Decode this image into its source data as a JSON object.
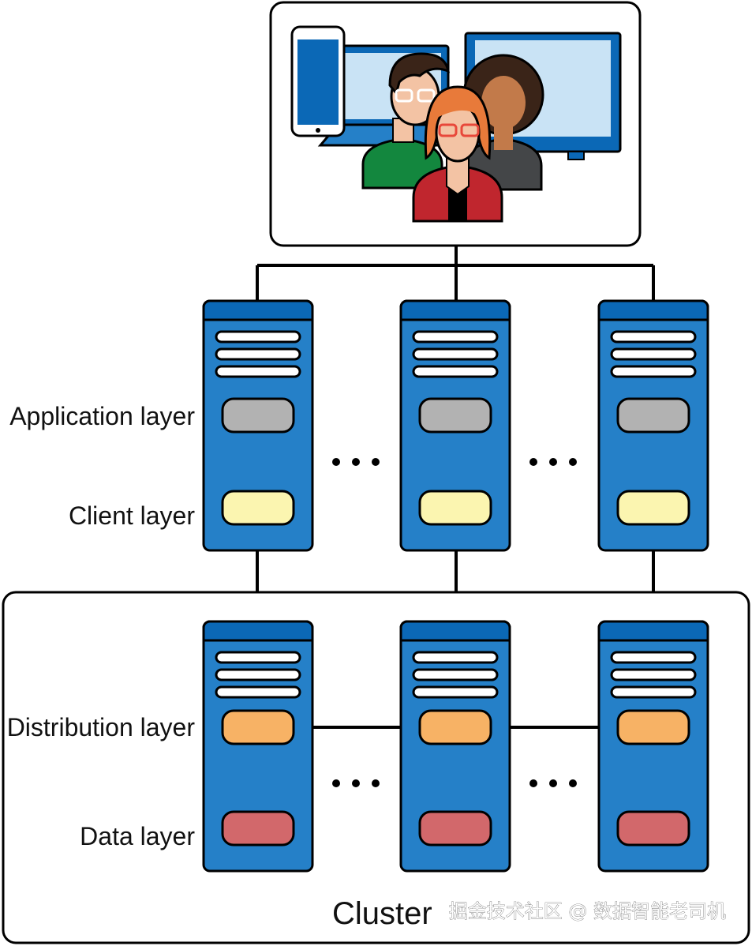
{
  "labels": {
    "application_layer": "Application layer",
    "client_layer": "Client layer",
    "distribution_layer": "Distribution layer",
    "data_layer": "Data layer",
    "cluster": "Cluster"
  },
  "watermark": "掘金技术社区 @ 数据智能老司机",
  "colors": {
    "server_body": "#2580c8",
    "server_top": "#0b68b6",
    "application_slot": "#b2b2b2",
    "client_slot": "#fbf5b0",
    "distribution_slot": "#f7b265",
    "data_slot": "#d2686b"
  },
  "icons": {
    "user_group": "users-with-devices-icon",
    "server": "server-icon",
    "ellipsis": "ellipsis-icon"
  }
}
